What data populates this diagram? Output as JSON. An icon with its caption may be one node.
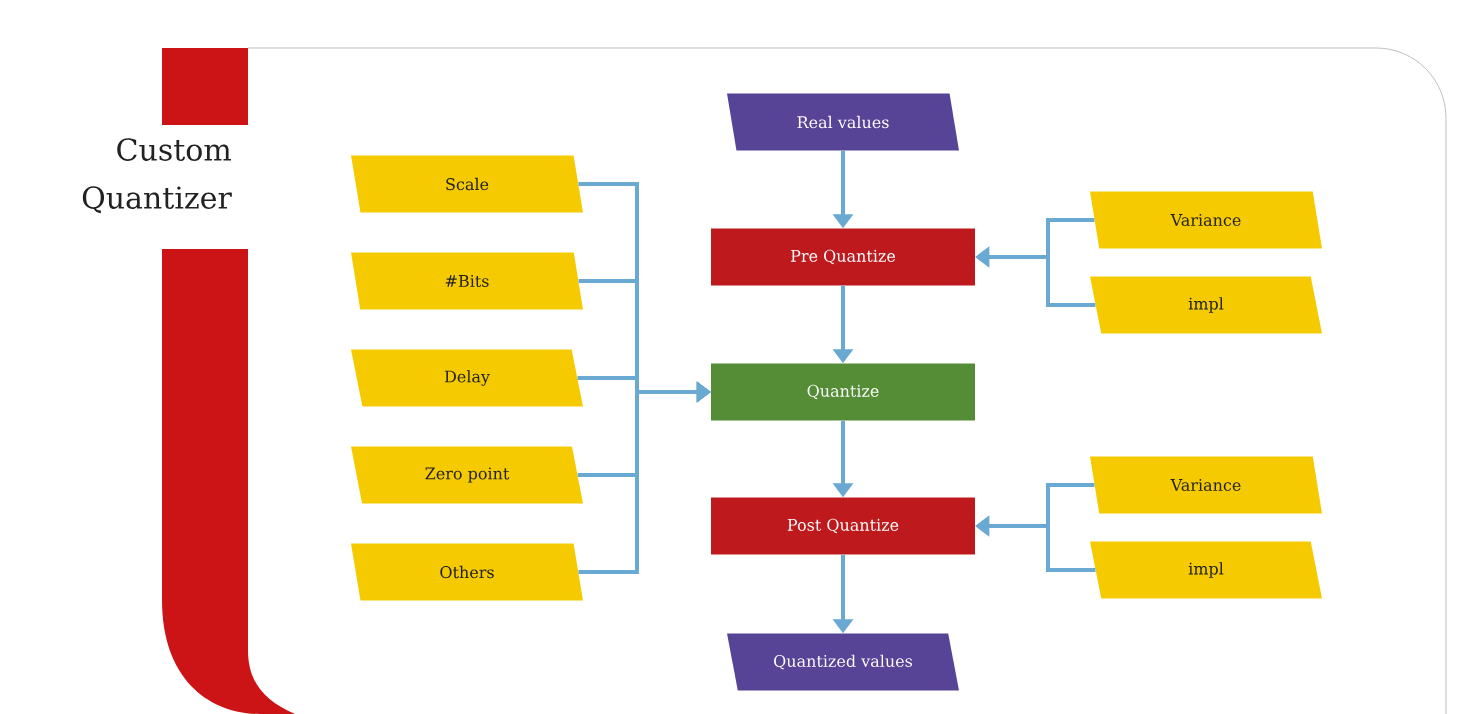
{
  "diagram": {
    "title": "Custom Quantizer",
    "nodes": [
      {
        "text": [
          "Real values"
        ]
      },
      {
        "text": [
          "Scale"
        ]
      },
      {
        "text": [
          "#Bits"
        ]
      },
      {
        "text": [
          "Delay"
        ]
      },
      {
        "text": [
          "Zero point"
        ]
      },
      {
        "text": [
          "Others"
        ]
      },
      {
        "text": [
          "Pre Quantize"
        ]
      },
      {
        "text": [
          "Variance"
        ]
      },
      {
        "text": [
          "impl"
        ]
      },
      {
        "text": [
          "Quantize"
        ]
      },
      {
        "text": [
          "Post Quantize"
        ]
      },
      {
        "text": [
          "Variance"
        ]
      },
      {
        "text": [
          "impl"
        ]
      },
      {
        "text": [
          "Quantized values"
        ]
      }
    ],
    "edges": [
      {
        "from": 0,
        "to": 6,
        "arrow": "to"
      },
      {
        "from": 6,
        "to": 9,
        "arrow": "to"
      },
      {
        "from": 9,
        "to": 10,
        "arrow": "to"
      },
      {
        "from": 10,
        "to": 13,
        "arrow": "to"
      },
      {
        "from": 1,
        "to": 9,
        "arrow": "to"
      },
      {
        "from": 2,
        "to": 9,
        "arrow": "to"
      },
      {
        "from": 3,
        "to": 9,
        "arrow": "to"
      },
      {
        "from": 4,
        "to": 9,
        "arrow": "to"
      },
      {
        "from": 5,
        "to": 9,
        "arrow": "to"
      },
      {
        "from": 7,
        "to": 6,
        "arrow": "to"
      },
      {
        "from": 8,
        "to": 6,
        "arrow": "to"
      },
      {
        "from": 11,
        "to": 10,
        "arrow": "to"
      },
      {
        "from": 12,
        "to": 10,
        "arrow": "to"
      }
    ]
  }
}
